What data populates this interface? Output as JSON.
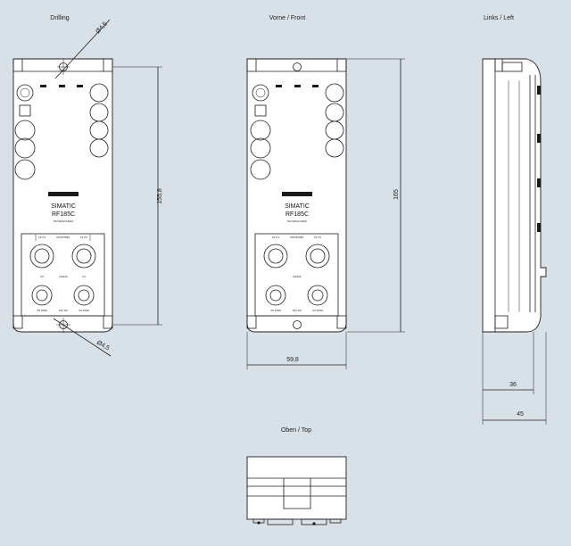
{
  "views": {
    "drilling": "Drilling",
    "front": "Vorne / Front",
    "left": "Links / Left",
    "top": "Oben / Top"
  },
  "dimensions": {
    "hole_top": "Ø4,5",
    "hole_bottom": "Ø4,5",
    "height_drilling": "155,8",
    "height_front": "165",
    "width_front": "59,8",
    "depth_36": "36",
    "depth_45": "45"
  },
  "product": {
    "brand": "SIMATIC",
    "model": "RF185C",
    "order_number": "6GT2002-0JE10"
  },
  "port_labels": {
    "ch_top_left": "X1 P1",
    "ch_top_right": "X1 P2",
    "bus_top": "PROFINET",
    "bus_mid": "RS232",
    "ch_bottom_left": "X3",
    "ch_bottom_right": "X4",
    "pwr_left": "X5 PWR",
    "pwr_mid": "24V DC",
    "pwr_right": "X6 PWR"
  }
}
